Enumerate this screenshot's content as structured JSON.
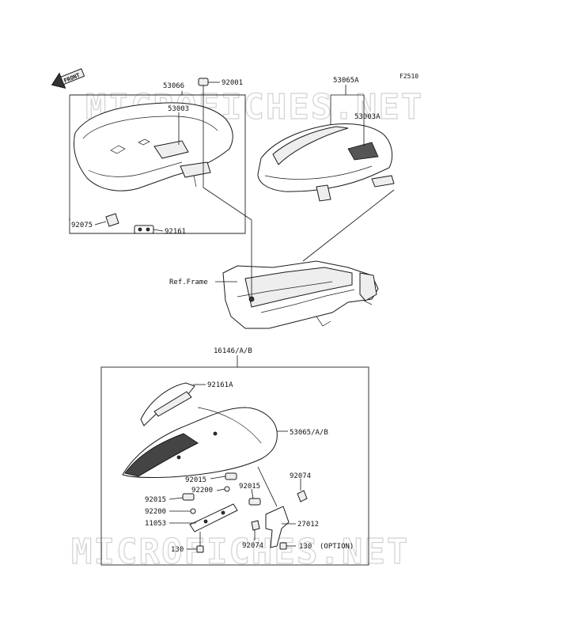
{
  "figure_code": "F2510",
  "watermark": "MICROFICHES.NET",
  "front_tag": "FRONT",
  "ref_frame": "Ref.Frame",
  "option_note": "(OPTION)",
  "labels": {
    "p53066": "53066",
    "p92001": "92001",
    "p53003": "53003",
    "p92075": "92075",
    "p92161": "92161",
    "p53065A": "53065A",
    "p53003A": "53003A",
    "p16146": "16146/A/B",
    "p92161A": "92161A",
    "p53065AB": "53065/A/B",
    "p92015a": "92015",
    "p92074a": "92074",
    "p92200a": "92200",
    "p92015b": "92015",
    "p92015c": "92015",
    "p92200b": "92200",
    "p11053": "11053",
    "p27012": "27012",
    "p130a": "130",
    "p92074b": "92074",
    "p130b": "130"
  }
}
